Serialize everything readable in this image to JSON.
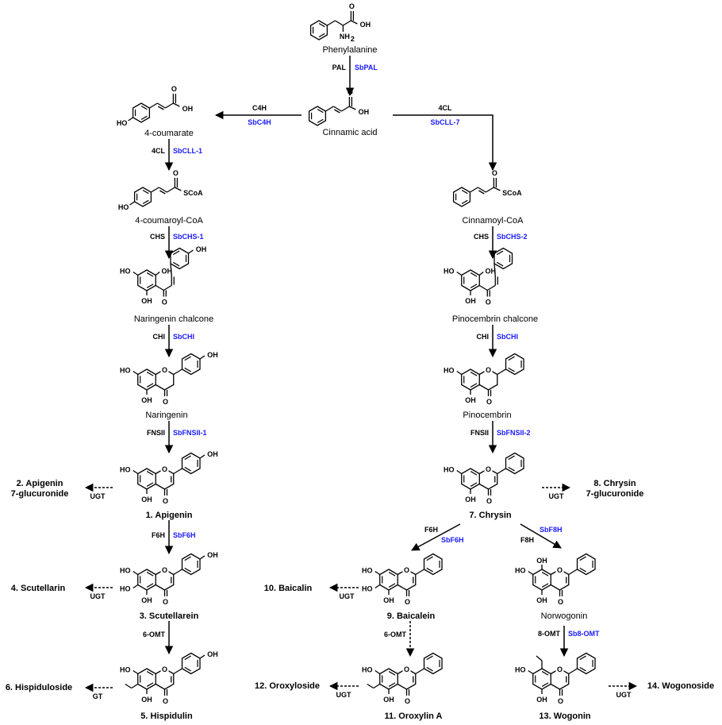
{
  "colors": {
    "gene": "#1a1aff",
    "black": "#000000"
  },
  "compounds": {
    "phenylalanine": "Phenylalanine",
    "cinnamic_acid": "Cinnamic acid",
    "coumarate": "4-coumarate",
    "coumaroyl_coa": "4-coumaroyl-CoA",
    "cinnamoyl_coa": "Cinnamoyl-CoA",
    "naringenin_chalcone": "Naringenin chalcone",
    "pinocembrin_chalcone": "Pinocembrin chalcone",
    "naringenin": "Naringenin",
    "pinocembrin": "Pinocembrin",
    "apigenin": "1. Apigenin",
    "apigenin_glucuronide_1": "2. Apigenin",
    "apigenin_glucuronide_2": "7-glucuronide",
    "scutellarein": "3. Scutellarein",
    "scutellarin": "4. Scutellarin",
    "hispidulin": "5. Hispidulin",
    "hispiduloside": "6. Hispiduloside",
    "chrysin": "7. Chrysin",
    "chrysin_glucuronide_1": "8. Chrysin",
    "chrysin_glucuronide_2": "7-glucuronide",
    "baicalein": "9. Baicalein",
    "baicalin": "10. Baicalin",
    "oroxylin": "11. Oroxylin A",
    "oroxyloside": "12. Oroxyloside",
    "norwogonin": "Norwogonin",
    "wogonin": "13. Wogonin",
    "wogonoside": "14. Wogonoside"
  },
  "enzymes": {
    "pal": "PAL",
    "sbpal": "SbPAL",
    "c4h": "C4H",
    "sbc4h": "SbC4H",
    "cl4_right": "4CL",
    "sbcll7": "SbCLL-7",
    "cl4_left": "4CL",
    "sbcll1": "SbCLL-1",
    "chs_left": "CHS",
    "sbchs1": "SbCHS-1",
    "chs_right": "CHS",
    "sbchs2": "SbCHS-2",
    "chi_left": "CHI",
    "sbchi_left": "SbCHI",
    "chi_right": "CHI",
    "sbchi_right": "SbCHI",
    "fnsii_left": "FNSII",
    "sbfnsii1": "SbFNSII-1",
    "fnsii_right": "FNSII",
    "sbfnsii2": "SbFNSII-2",
    "f6h_left": "F6H",
    "sbf6h_left": "SbF6H",
    "f6h_right": "F6H",
    "sbf6h_right": "SbF6H",
    "f8h": "F8H",
    "sbf8h": "SbF8H",
    "omt6_left": "6-OMT",
    "omt6_right": "6-OMT",
    "omt8": "8-OMT",
    "sb8omt": "Sb8-OMT",
    "ugt_apigenin": "UGT",
    "ugt_scutellarein": "UGT",
    "gt_hispidulin": "GT",
    "ugt_chrysin": "UGT",
    "ugt_baicalein": "UGT",
    "ugt_oroxylin": "UGT",
    "ugt_wogonin": "UGT"
  },
  "atoms": {
    "oh": "OH",
    "ho": "HO",
    "o": "O",
    "nh2": "NH",
    "nh2_sub": "2",
    "scoa": "SCoA"
  }
}
